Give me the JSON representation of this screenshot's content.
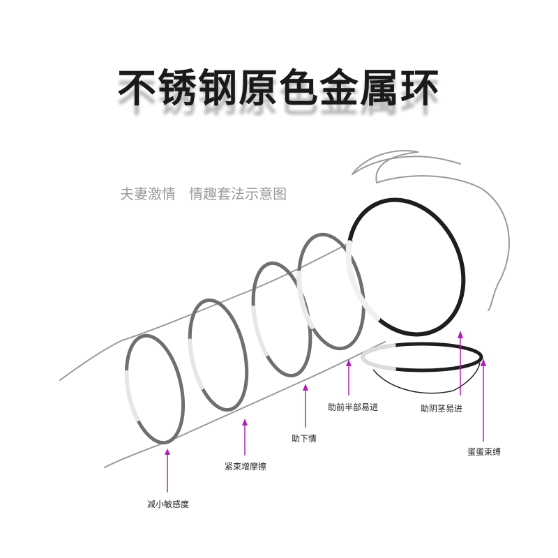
{
  "title": "不锈钢原色金属环",
  "subtitle": "夫妻激情   情趣套法示意图",
  "annotations": [
    {
      "id": "reduce-sensitivity",
      "text": "减小敏感度"
    },
    {
      "id": "tighten-friction",
      "text": "紧束增摩擦"
    },
    {
      "id": "aid-mood",
      "text": "助下情"
    },
    {
      "id": "aid-front-entry",
      "text": "助前半部易进"
    },
    {
      "id": "aid-shaft-entry",
      "text": "助阴茎易进"
    },
    {
      "id": "scrotum-bind",
      "text": "蛋蛋束缚"
    }
  ],
  "colors": {
    "arrow": "#b01fb4",
    "outline": "#9a9a9a",
    "ring_dark": "#1e1e1e",
    "ring_mid": "#7a7a7a"
  }
}
